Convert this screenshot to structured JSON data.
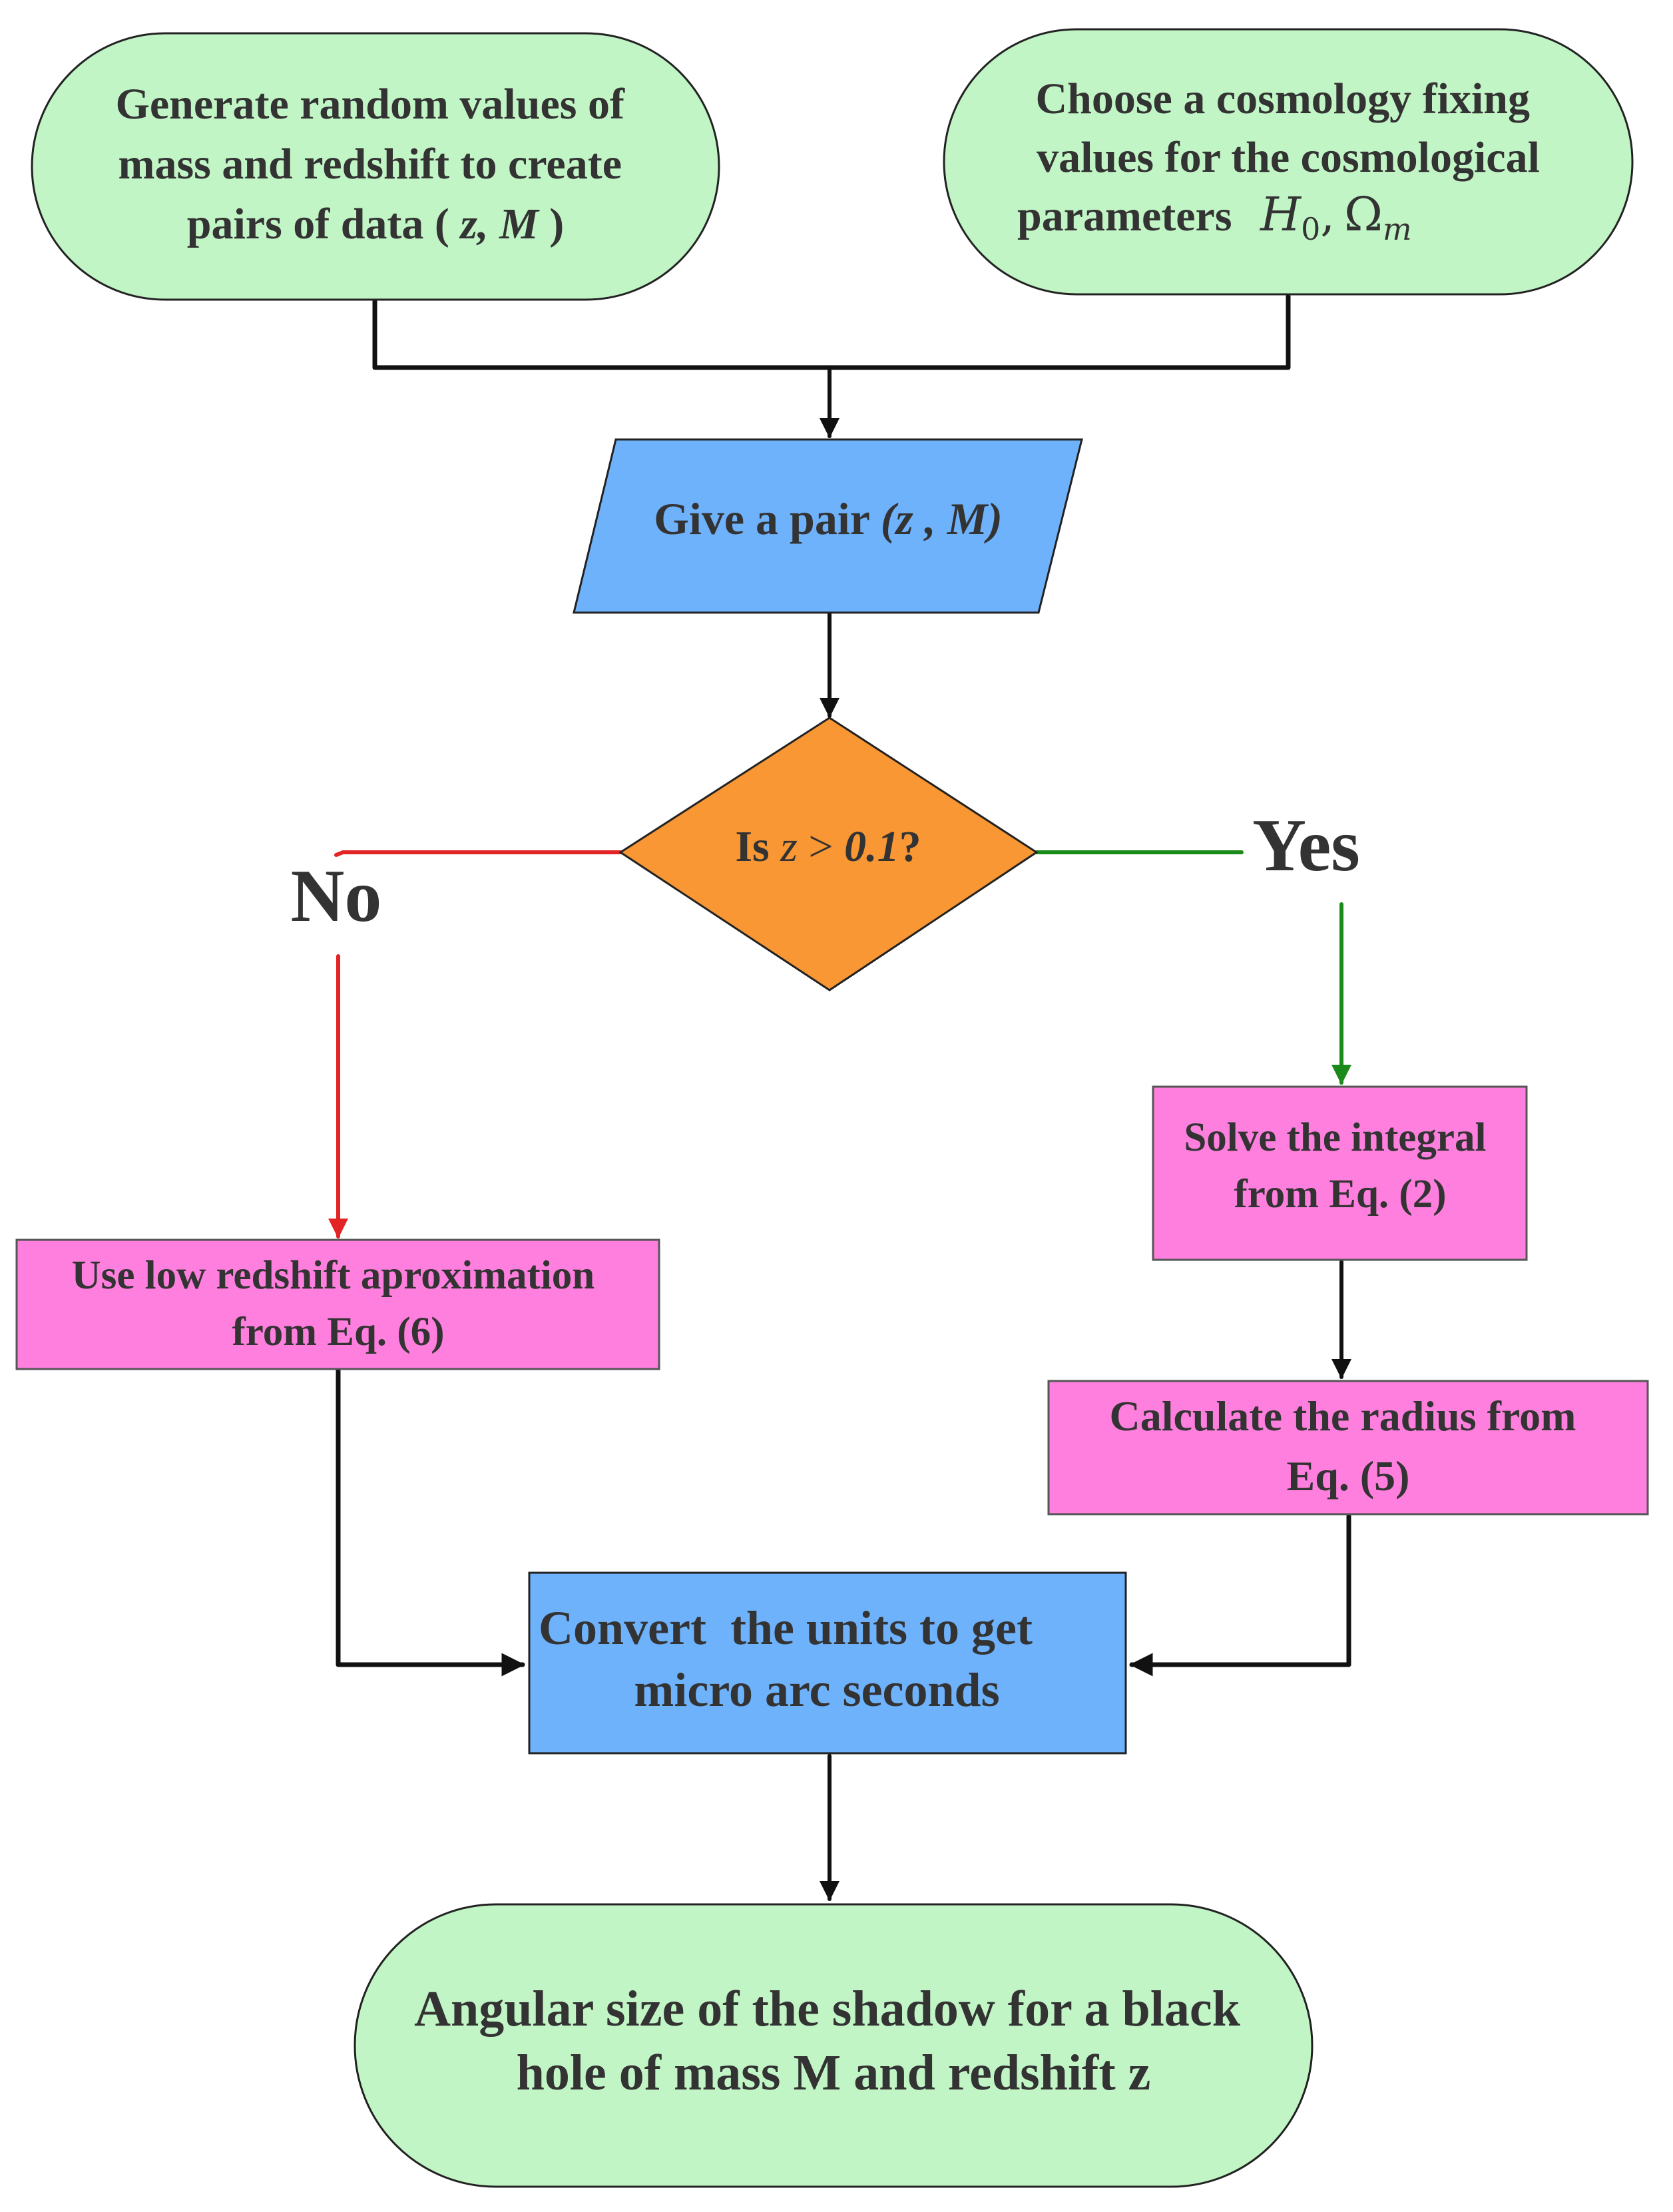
{
  "colors": {
    "terminal_fill": "#c2f5c6",
    "io_fill": "#6fb2fc",
    "decision_fill": "#f99734",
    "process_fill": "#ff7fde",
    "outline": "#222222",
    "no_branch": "#e32424",
    "yes_branch": "#1a8a1a",
    "connector": "#111111",
    "text": "#333333"
  },
  "nodes": {
    "generate": {
      "line1": "Generate random values of",
      "line2": "mass and redshift to create",
      "line3_prefix": "pairs of data (",
      "line3_vars": "z, M",
      "line3_suffix": ")"
    },
    "cosmology": {
      "line1": "Choose a cosmology fixing",
      "line2": "values for the cosmological",
      "line3_prefix": "parameters",
      "h_symbol": "H",
      "h_sub": "0",
      "sep": ",",
      "omega_symbol": "Ω",
      "omega_sub": "m"
    },
    "give_pair": {
      "prefix": "Give a pair",
      "vars": "(z , M)"
    },
    "decision": {
      "prefix": "Is",
      "var": "z",
      "op": ">",
      "value": "0.1",
      "suffix": "?"
    },
    "low_z": {
      "line1": "Use low redshift aproximation",
      "line2": "from Eq. (6)"
    },
    "solve_integral": {
      "line1": "Solve the integral",
      "line2": "from Eq. (2)"
    },
    "radius": {
      "line1": "Calculate the radius from",
      "line2": "Eq. (5)"
    },
    "convert": {
      "line1": "Convert  the units to get",
      "line2": "micro arc seconds"
    },
    "result": {
      "line1": "Angular size of the shadow for a black",
      "line2": "hole of mass M and redshift z"
    }
  },
  "branches": {
    "no_label": "No",
    "yes_label": "Yes"
  }
}
